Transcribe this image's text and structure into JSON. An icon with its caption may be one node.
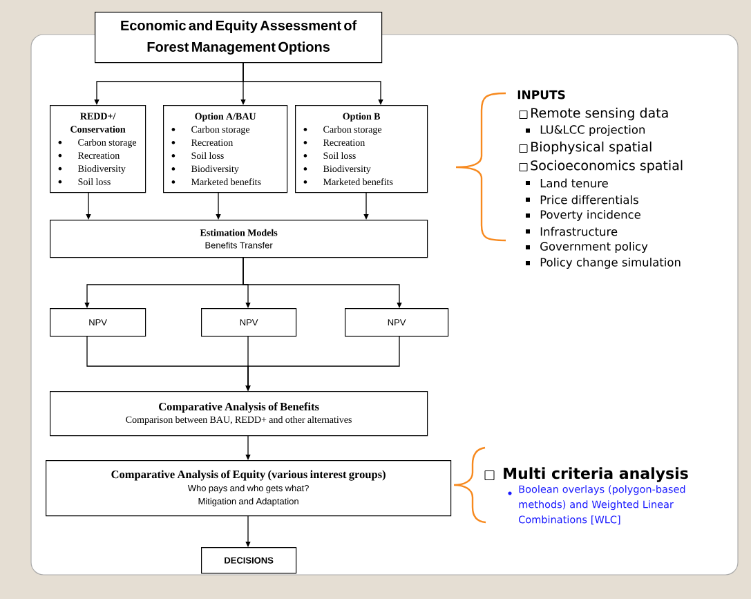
{
  "diagram": {
    "nodes": [
      {
        "text": [
          "Economic and Equity Assessment of Forest Management Options"
        ]
      },
      {
        "text": [
          "REDD+/ Conservation",
          "Carbon storage",
          "Recreation",
          "Biodiversity",
          "Soil loss"
        ]
      },
      {
        "text": [
          "Option A/BAU",
          "Carbon storage",
          "Recreation",
          "Soil loss",
          "Biodiversity",
          "Marketed benefits"
        ]
      },
      {
        "text": [
          "Option B",
          "Carbon storage",
          "Recreation",
          "Soil loss",
          "Biodiversity",
          "Marketed benefits"
        ]
      },
      {
        "text": [
          "Estimation Models",
          "Benefits Transfer"
        ]
      },
      {
        "text": [
          "NPV"
        ]
      },
      {
        "text": [
          "NPV"
        ]
      },
      {
        "text": [
          "NPV"
        ]
      },
      {
        "text": [
          "Comparative Analysis of Benefits",
          "Comparison between BAU, REDD+ and other alternatives"
        ]
      },
      {
        "text": [
          "Comparative Analysis of Equity (various interest groups)",
          "Who pays and who gets what?",
          "Mitigation and Adaptation"
        ]
      },
      {
        "text": [
          "DECISIONS"
        ]
      }
    ],
    "edges": [
      {
        "from": 0,
        "to": 1,
        "arrow": "to"
      },
      {
        "from": 0,
        "to": 2,
        "arrow": "to"
      },
      {
        "from": 0,
        "to": 3,
        "arrow": "to"
      },
      {
        "from": 1,
        "to": 4,
        "arrow": "to"
      },
      {
        "from": 2,
        "to": 4,
        "arrow": "to"
      },
      {
        "from": 3,
        "to": 4,
        "arrow": "to"
      },
      {
        "from": 4,
        "to": 5,
        "arrow": "to"
      },
      {
        "from": 4,
        "to": 6,
        "arrow": "to"
      },
      {
        "from": 4,
        "to": 7,
        "arrow": "to"
      },
      {
        "from": 5,
        "to": 8,
        "arrow": "to"
      },
      {
        "from": 6,
        "to": 8,
        "arrow": "to"
      },
      {
        "from": 7,
        "to": 8,
        "arrow": "to"
      },
      {
        "from": 8,
        "to": 9,
        "arrow": "to"
      },
      {
        "from": 9,
        "to": 10,
        "arrow": "to"
      }
    ],
    "labels": [
      "INPUTS",
      "Remote sensing data",
      "LU&LCC projection",
      "Biophysical spatial",
      "Socioeconomics spatial",
      "Land tenure",
      "Price differentials",
      "Poverty incidence",
      "Infrastructure",
      "Government policy",
      "Policy change simulation",
      "Multi criteria analysis",
      "Boolean overlays (polygon-based methods) and Weighted Linear Combinations [WLC]"
    ]
  }
}
